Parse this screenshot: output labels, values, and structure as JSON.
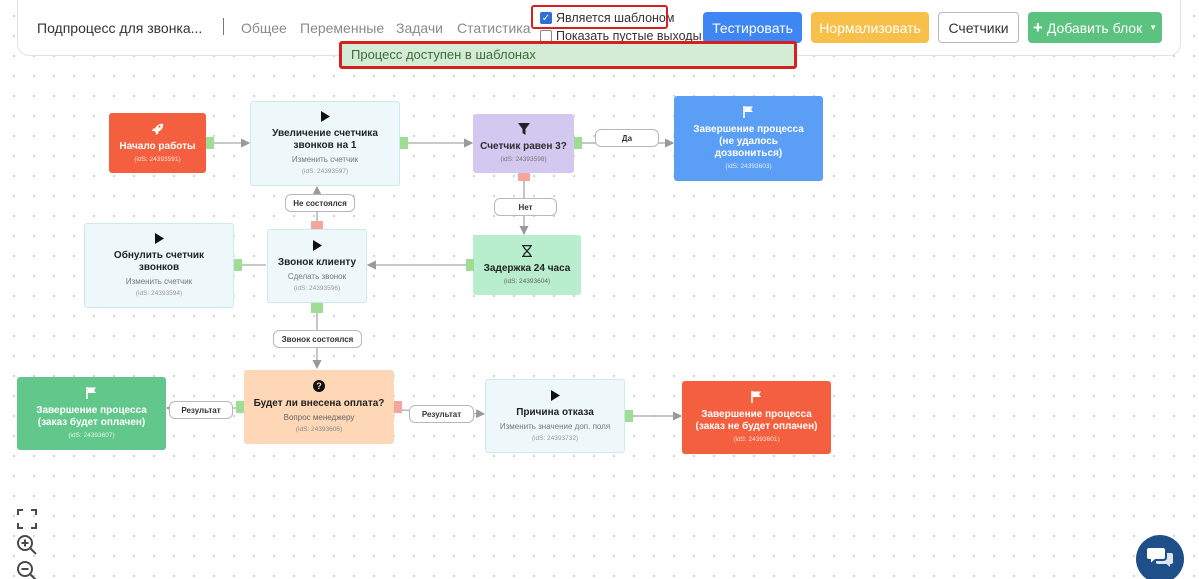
{
  "header": {
    "process_title": "Подпроцесс для звонка...",
    "tabs": [
      "Общее",
      "Переменные",
      "Задачи",
      "Статистика"
    ],
    "is_template_label": "Является шаблоном",
    "is_template_checked": true,
    "show_empty_outputs_label": "Показать пустые выходы",
    "show_empty_outputs_checked": false,
    "template_hint": "Процесс доступен в шаблонах",
    "buttons": {
      "test": "Тестировать",
      "normalize": "Нормализовать",
      "counters": "Счетчики",
      "add_block": "Добавить блок"
    }
  },
  "nodes": {
    "start": {
      "icon": "rocket-icon",
      "title": "Начало работы",
      "id_text": "(idS: 24393591)"
    },
    "increment": {
      "icon": "play-icon",
      "title": "Увеличение счетчика звонков на 1",
      "subtitle": "Изменить счетчик",
      "id_text": "(idS: 24393597)"
    },
    "check": {
      "icon": "filter-icon",
      "title": "Счетчик равен 3?",
      "id_text": "(idS: 24393598)"
    },
    "end_fail": {
      "icon": "flag-icon",
      "title": "Завершение процесса (не удалось дозвониться)",
      "id_text": "(idS: 24393603)"
    },
    "reset": {
      "icon": "play-icon",
      "title": "Обнулить счетчик звонков",
      "subtitle": "Изменить счетчик",
      "id_text": "(idS: 24393594)"
    },
    "call": {
      "icon": "play-icon",
      "title": "Звонок клиенту",
      "subtitle": "Сделать звонок",
      "id_text": "(idS: 24393596)"
    },
    "delay": {
      "icon": "hourglass-icon",
      "title": "Задержка 24 часа",
      "id_text": "(idS: 24393604)"
    },
    "end_paid": {
      "icon": "flag-icon",
      "title": "Завершение процесса (заказ будет оплачен)",
      "id_text": "(idS: 24393607)"
    },
    "question": {
      "icon": "question-icon",
      "title": "Будет ли внесена оплата?",
      "subtitle": "Вопрос менеджеру",
      "id_text": "(idS: 24393606)"
    },
    "reason": {
      "icon": "play-icon",
      "title": "Причина отказа",
      "subtitle": "Изменить значение доп. поля",
      "id_text": "(idS: 24393732)"
    },
    "end_unpaid": {
      "icon": "flag-icon",
      "title": "Завершение процесса (заказ не будет оплачен)",
      "id_text": "(idS: 24393601)"
    }
  },
  "edge_labels": {
    "yes": "Да",
    "no": "Нет",
    "not_happened": "Не состоялся",
    "call_happened": "Звонок состоялся",
    "result_left": "Результат",
    "result_right": "Результат"
  },
  "colors": {
    "primary_blue": "#3d86f3",
    "warning_yellow": "#f7c04a",
    "success_green": "#5cc27f",
    "end_red": "#f4603f",
    "highlight_red": "#d62020"
  },
  "tools": [
    "fullscreen-icon",
    "zoom-in-icon",
    "zoom-out-icon",
    "chat-icon"
  ]
}
